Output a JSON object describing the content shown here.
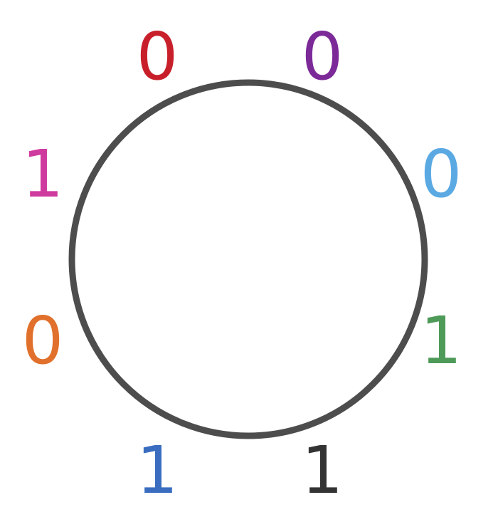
{
  "diagram": {
    "circle_color": "#4d4d4d",
    "bits": [
      {
        "value": "0",
        "color": "#c8202b"
      },
      {
        "value": "0",
        "color": "#7b2a98"
      },
      {
        "value": "0",
        "color": "#5ba9e3"
      },
      {
        "value": "1",
        "color": "#4e9a58"
      },
      {
        "value": "1",
        "color": "#333333"
      },
      {
        "value": "1",
        "color": "#3a6dc0"
      },
      {
        "value": "0",
        "color": "#e0702b"
      },
      {
        "value": "1",
        "color": "#cf3a9e"
      }
    ]
  }
}
